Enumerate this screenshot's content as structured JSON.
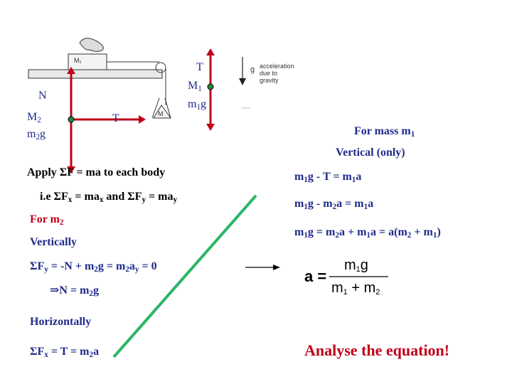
{
  "diagram": {
    "scan_block_label": "M₁",
    "scan_hanging_label": "M",
    "g_symbol": "g",
    "g_note": [
      "acceleration",
      "due to",
      "gravity"
    ],
    "labels": {
      "N": "N",
      "M2": "M",
      "M2_sub": "2",
      "m2g_m": "m",
      "m2g_sub": "2",
      "m2g_g": "g",
      "T_left": "T",
      "T_right": "T",
      "M1": "M",
      "M1_sub": "1",
      "m1g_m": "m",
      "m1g_sub": "1",
      "m1g_g": "g"
    }
  },
  "text": {
    "for_mass_m1_pre": "For mass m",
    "for_mass_m1_sub": "1",
    "vertical_only": "Vertical  (only)",
    "apply_pre": "Apply  ΣF = ma to each body",
    "ie_1": "i.e  ΣF",
    "ie_sub_x": "x",
    "ie_2": " = ma",
    "ie_sub_x2": "x",
    "ie_3": "  and  ΣF",
    "ie_sub_y": "y",
    "ie_4": " = ma",
    "ie_sub_y2": "y",
    "for_m2_pre": "For m",
    "for_m2_sub": "2",
    "vertically": "Vertically",
    "sum_fy_1": "ΣF",
    "sum_fy_sub": "y",
    "sum_fy_2": " =  -N + m",
    "sum_fy_sub2": "2",
    "sum_fy_3": "g =  m",
    "sum_fy_sub3": "2",
    "sum_fy_4": "a",
    "sum_fy_sub4": "y",
    "sum_fy_5": " =  0",
    "implies_1": "⇒N = m",
    "implies_sub": "2",
    "implies_2": "g",
    "horizontally": "Horizontally",
    "sum_fx_1": "ΣF",
    "sum_fx_sub": "x",
    "sum_fx_2": " =  T = m",
    "sum_fx_sub2": "2",
    "sum_fx_3": "a",
    "eq1_1": "m",
    "eq1_sub1": "1",
    "eq1_2": "g - T = m",
    "eq1_sub2": "1",
    "eq1_3": "a",
    "eq2_1": "m",
    "eq2_sub1": "1",
    "eq2_2": "g - m",
    "eq2_sub2": "2",
    "eq2_3": "a =  m",
    "eq2_sub3": "1",
    "eq2_4": "a",
    "eq3_1": "m",
    "eq3_sub1": "1",
    "eq3_2": "g = m",
    "eq3_sub2": "2",
    "eq3_3": "a + m",
    "eq3_sub3": "1",
    "eq3_4": "a = a(m",
    "eq3_sub4": "2",
    "eq3_5": " + m",
    "eq3_sub5": "1",
    "eq3_6": ")",
    "result_a": "a =",
    "result_num_m": "m",
    "result_num_sub": "1",
    "result_num_g": "g",
    "result_den_m1": "m",
    "result_den_sub1": "1",
    "result_den_plus": " + m",
    "result_den_sub2": "2",
    "analyse": "Analyse the equation!"
  },
  "colors": {
    "red": "#c0001a",
    "blue": "#1f2a8a",
    "green": "#2db56a",
    "dot": "#1e8a3c"
  }
}
